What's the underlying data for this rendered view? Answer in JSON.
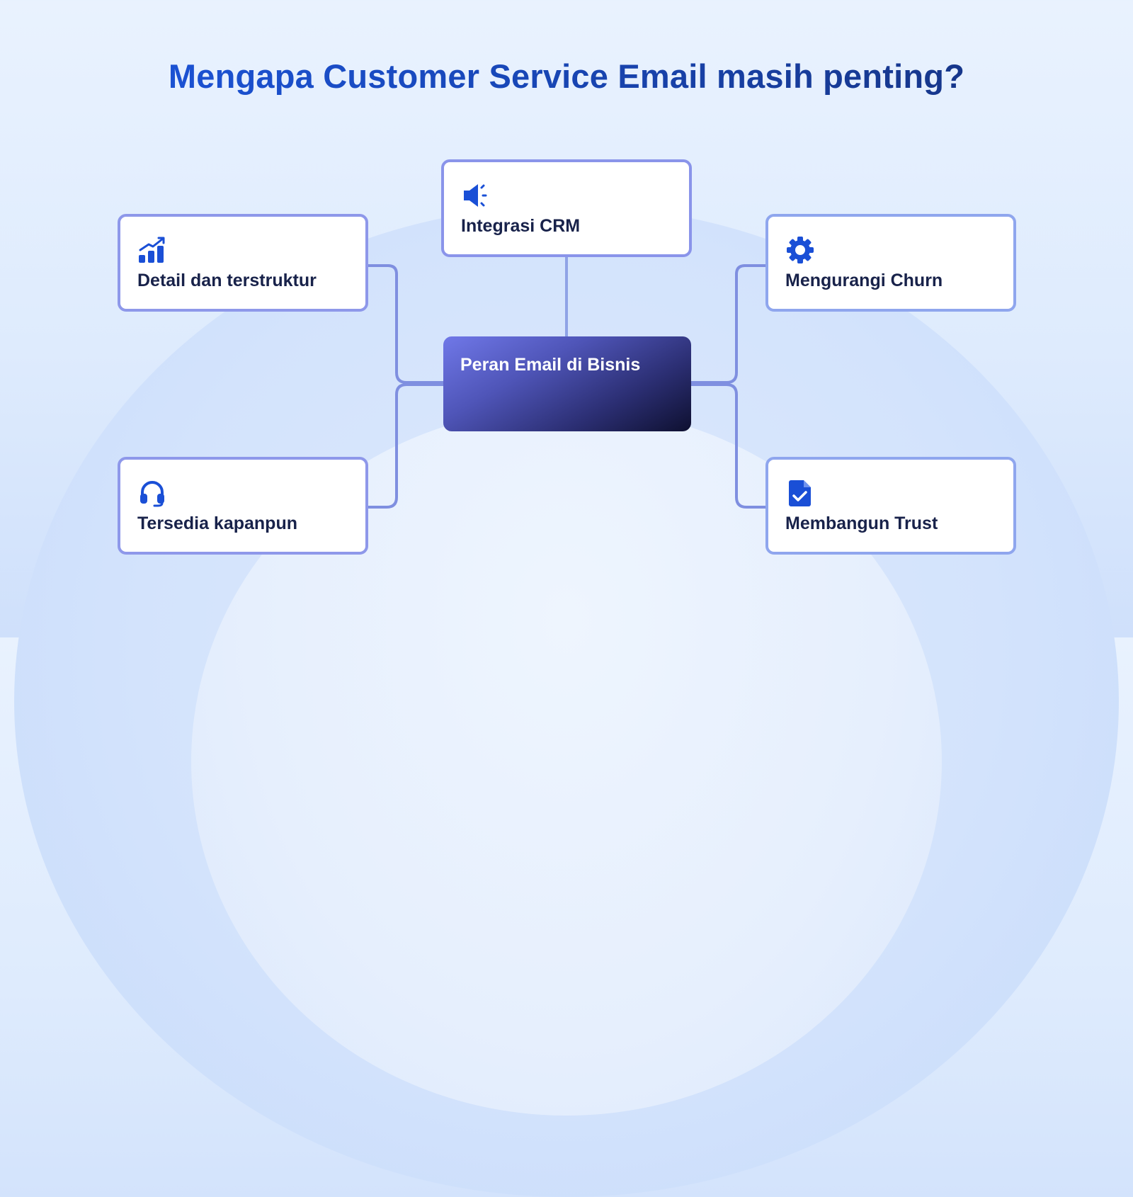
{
  "title": "Mengapa Customer Service Email masih penting?",
  "center": {
    "label": "Peran Email di Bisnis"
  },
  "cards": {
    "top": {
      "label": "Integrasi CRM",
      "icon": "megaphone-icon"
    },
    "top_left": {
      "label": "Detail dan terstruktur",
      "icon": "bar-chart-growth-icon"
    },
    "bottom_left": {
      "label": "Tersedia kapanpun",
      "icon": "headset-icon"
    },
    "top_right": {
      "label": "Mengurangi Churn",
      "icon": "gear-icon"
    },
    "bottom_right": {
      "label": "Membangun Trust",
      "icon": "document-check-icon"
    }
  },
  "colors": {
    "title_start": "#1d57e0",
    "title_end": "#16307a",
    "icon": "#1a4fd6",
    "card_border": "#8b93e8",
    "connector": "#7f8fe0",
    "label_text": "#18224a",
    "center_start": "#7078e8",
    "center_end": "#0e1030"
  }
}
